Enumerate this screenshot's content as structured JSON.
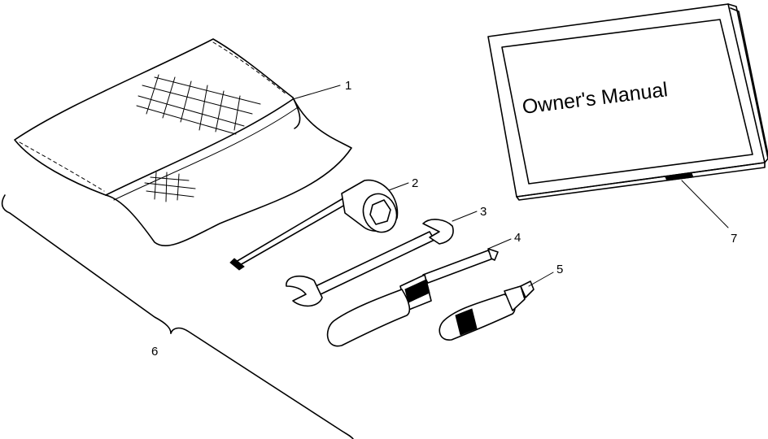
{
  "manual": {
    "title": "Owner's Manual"
  },
  "callouts": {
    "c1": "1",
    "c2": "2",
    "c3": "3",
    "c4": "4",
    "c5": "5",
    "c6": "6",
    "c7": "7"
  }
}
